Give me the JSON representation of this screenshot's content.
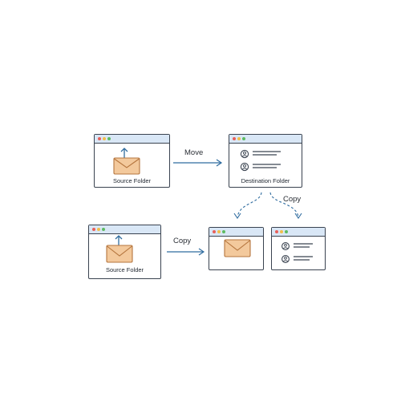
{
  "diagram": {
    "top_row": {
      "source_label": "Source Folder",
      "arrow_label": "Move",
      "destination_label": "Destination Folder"
    },
    "split": {
      "copy_label": "Copy"
    },
    "bottom_row": {
      "source_label": "Source Folder",
      "arrow_label": "Copy"
    },
    "colors": {
      "window_bar": "#d9e7f6",
      "border": "#3a4350",
      "arrow": "#2f6c9f",
      "envelope_fill": "#f3c99c",
      "envelope_stroke": "#b5753e"
    },
    "icons": [
      "upload-arrow-icon",
      "envelope-icon",
      "contact-list-icon"
    ]
  }
}
